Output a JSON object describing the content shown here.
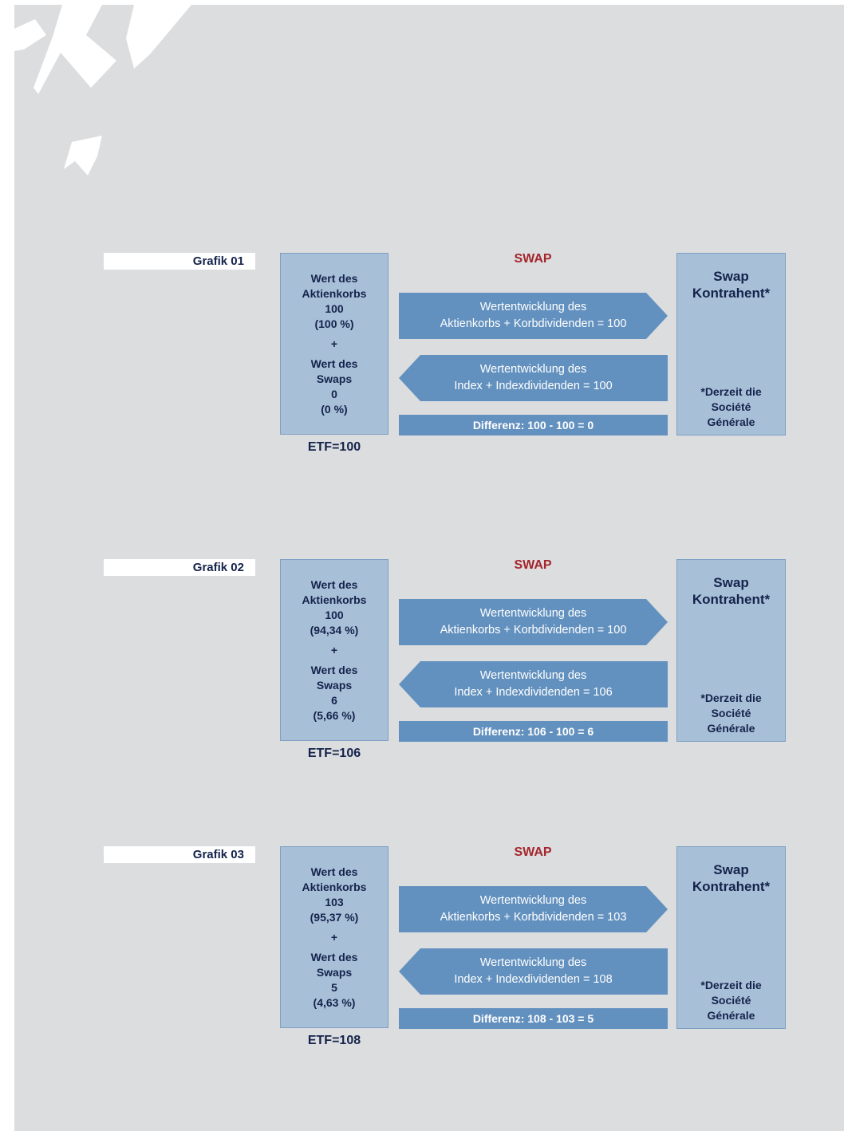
{
  "colors": {
    "page_bg": "#dcdddf",
    "box_fill": "#a8bfd8",
    "arrow_fill": "#6391bf",
    "swap_red": "#a4262c",
    "text_navy": "#14234b"
  },
  "decoration": {
    "icon": "arrow-burst-icon"
  },
  "grafiken": [
    {
      "tab": "Grafik 01",
      "left": {
        "line1": "Wert des",
        "line2": "Aktienkorbs",
        "value": "100",
        "pct": "(100 %)",
        "plus": "+",
        "line3": "Wert des",
        "line4": "Swaps",
        "value2": "0",
        "pct2": "(0 %)"
      },
      "etf": "ETF=100",
      "swap": "SWAP",
      "arrow_right": {
        "line1": "Wertentwicklung des",
        "line2": "Aktienkorbs + Korbdividenden = 100"
      },
      "arrow_left": {
        "line1": "Wertentwicklung des",
        "line2": "Index + Indexdividenden = 100"
      },
      "diff": "Differenz: 100 - 100 = 0",
      "right": {
        "title1": "Swap",
        "title2": "Kontrahent*",
        "note1": "*Derzeit die",
        "note2": "Société",
        "note3": "Générale"
      }
    },
    {
      "tab": "Grafik 02",
      "left": {
        "line1": "Wert des",
        "line2": "Aktienkorbs",
        "value": "100",
        "pct": "(94,34 %)",
        "plus": "+",
        "line3": "Wert des",
        "line4": "Swaps",
        "value2": "6",
        "pct2": "(5,66 %)"
      },
      "etf": "ETF=106",
      "swap": "SWAP",
      "arrow_right": {
        "line1": "Wertentwicklung des",
        "line2": "Aktienkorbs + Korbdividenden = 100"
      },
      "arrow_left": {
        "line1": "Wertentwicklung des",
        "line2": "Index + Indexdividenden = 106"
      },
      "diff": "Differenz: 106 - 100 = 6",
      "right": {
        "title1": "Swap",
        "title2": "Kontrahent*",
        "note1": "*Derzeit die",
        "note2": "Société",
        "note3": "Générale"
      }
    },
    {
      "tab": "Grafik 03",
      "left": {
        "line1": "Wert des",
        "line2": "Aktienkorbs",
        "value": "103",
        "pct": "(95,37 %)",
        "plus": "+",
        "line3": "Wert des",
        "line4": "Swaps",
        "value2": "5",
        "pct2": "(4,63 %)"
      },
      "etf": "ETF=108",
      "swap": "SWAP",
      "arrow_right": {
        "line1": "Wertentwicklung des",
        "line2": "Aktienkorbs + Korbdividenden = 103"
      },
      "arrow_left": {
        "line1": "Wertentwicklung des",
        "line2": "Index + Indexdividenden = 108"
      },
      "diff": "Differenz: 108 - 103 = 5",
      "right": {
        "title1": "Swap",
        "title2": "Kontrahent*",
        "note1": "*Derzeit die",
        "note2": "Société",
        "note3": "Générale"
      }
    }
  ]
}
